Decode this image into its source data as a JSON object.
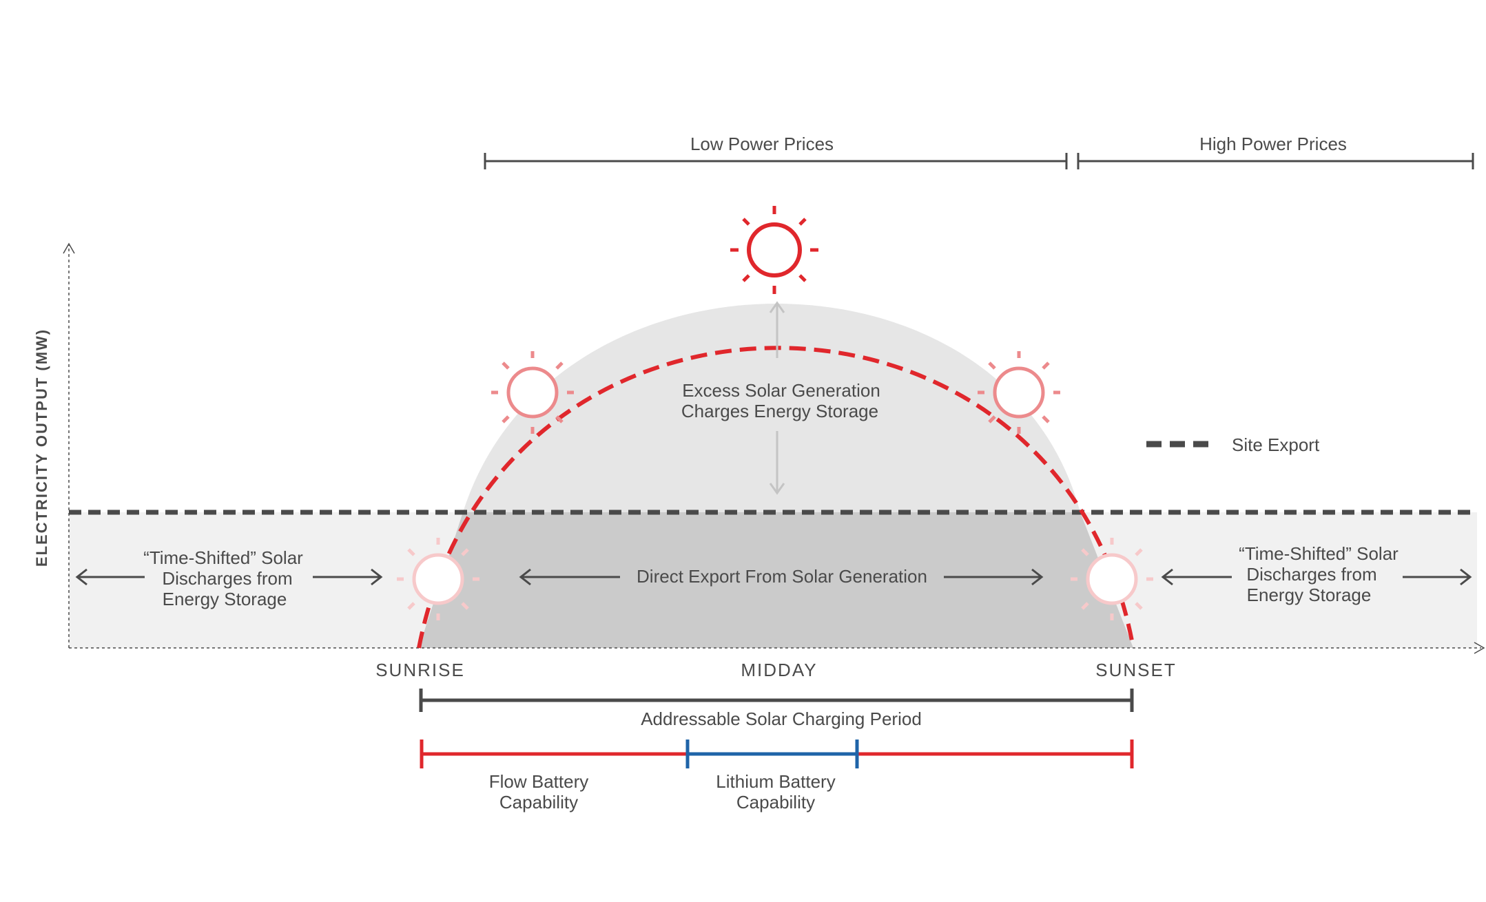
{
  "y_axis_label": "ELECTRICITY OUTPUT (MW)",
  "price_bands": {
    "low": "Low Power Prices",
    "high": "High Power Prices"
  },
  "x_labels": {
    "sunrise": "SUNRISE",
    "midday": "MIDDAY",
    "sunset": "SUNSET"
  },
  "center_labels": {
    "excess_line1": "Excess Solar Generation",
    "excess_line2": "Charges Energy Storage",
    "direct_export": "Direct Export From Solar Generation"
  },
  "side_labels": {
    "left": [
      "“Time-Shifted” Solar",
      "Discharges from",
      "Energy Storage"
    ],
    "right": [
      "“Time-Shifted” Solar",
      "Discharges from",
      "Energy Storage"
    ]
  },
  "legend": {
    "site_export": "Site Export"
  },
  "periods": {
    "addressable": "Addressable Solar Charging Period",
    "flow_line1": "Flow Battery",
    "flow_line2": "Capability",
    "lithium_line1": "Lithium Battery",
    "lithium_line2": "Capability"
  },
  "colors": {
    "curve_red": "#e0272c",
    "sun_mid": "#ec8a8c",
    "sun_faint": "#f7c9ca",
    "lithium_blue": "#1f64a8",
    "dark_gray": "#4a4a4a",
    "excess_fill": "#e6e6e6",
    "direct_fill": "#cbcbcb",
    "side_fill": "#f1f1f1"
  }
}
